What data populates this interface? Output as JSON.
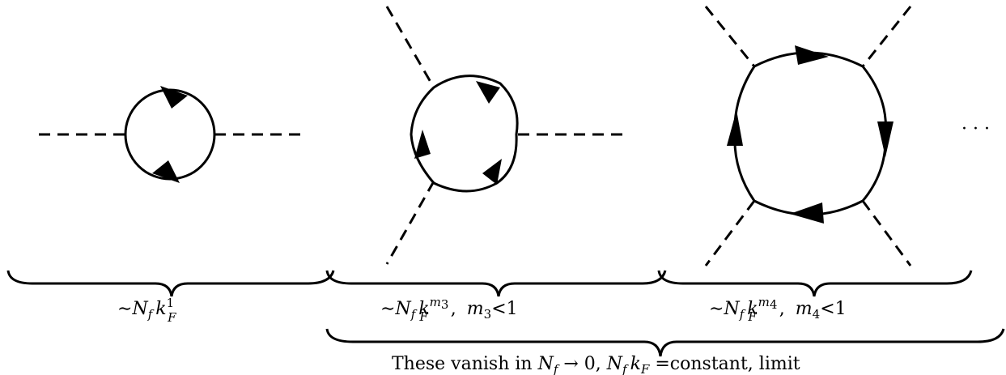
{
  "diagram_1_label": {
    "prefix": "∼",
    "N": "N",
    "f": "f",
    "k": "k",
    "F": "F",
    "exponent": "1"
  },
  "diagram_2_label": {
    "prefix": "∼",
    "N": "N",
    "f": "f",
    "k": "k",
    "F": "F",
    "exp_base": "m",
    "exp_index": "3",
    "condition_var": "m",
    "condition_index": "3",
    "condition_rel": "<1"
  },
  "diagram_3_label": {
    "prefix": "∼",
    "N": "N",
    "f": "f",
    "k": "k",
    "F": "F",
    "exp_base": "m",
    "exp_index": "4",
    "condition_var": "m",
    "condition_index": "4",
    "condition_rel": "<1"
  },
  "ellipsis": "· · ·",
  "bottom_label": {
    "text1": "These vanish in ",
    "N": "N",
    "f": "f",
    "arrow": " → 0, ",
    "N2": "N",
    "f2": "f",
    "k2": "k",
    "F2": "F",
    "text2": " =constant, limit"
  }
}
